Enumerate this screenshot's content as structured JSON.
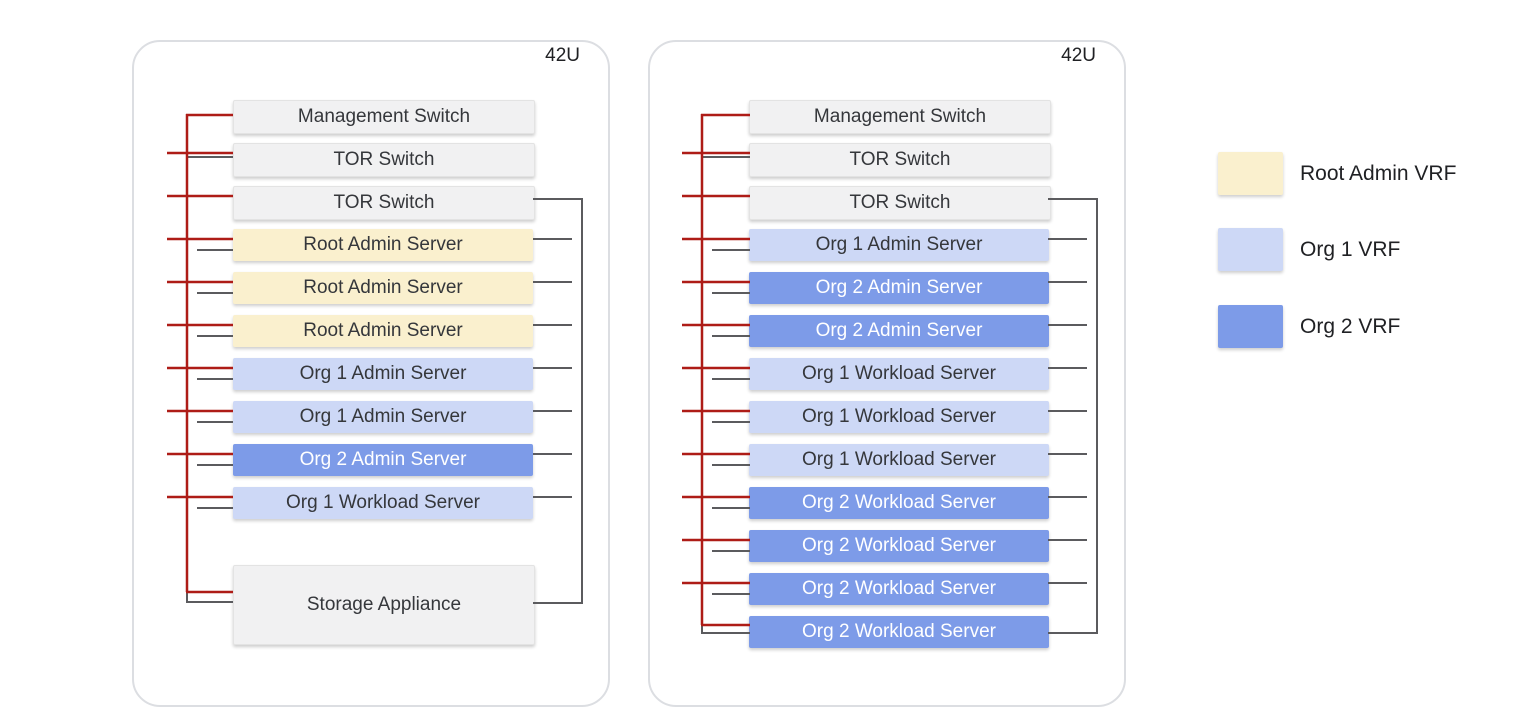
{
  "colors": {
    "root_admin_vrf": "#faf0ce",
    "org1_vrf": "#cdd8f6",
    "org2_vrf": "#7d9be8",
    "equipment": "#f1f1f2",
    "mgmt_red": "#ae1c17",
    "data_gray": "#5b5b5e",
    "rack_border": "#dcdee2",
    "text": "#35373b"
  },
  "racks": [
    {
      "capacity": "42U",
      "units": [
        {
          "label": "Management Switch",
          "vrf": "none"
        },
        {
          "label": "TOR Switch",
          "vrf": "none"
        },
        {
          "label": "TOR Switch",
          "vrf": "none"
        },
        {
          "label": "Root Admin Server",
          "vrf": "root_admin"
        },
        {
          "label": "Root Admin Server",
          "vrf": "root_admin"
        },
        {
          "label": "Root Admin Server",
          "vrf": "root_admin"
        },
        {
          "label": "Org 1 Admin Server",
          "vrf": "org1"
        },
        {
          "label": "Org 1 Admin Server",
          "vrf": "org1"
        },
        {
          "label": "Org 2 Admin Server",
          "vrf": "org2"
        },
        {
          "label": "Org 1 Workload Server",
          "vrf": "org1"
        },
        {
          "label": "Storage Appliance",
          "vrf": "none"
        }
      ]
    },
    {
      "capacity": "42U",
      "units": [
        {
          "label": "Management Switch",
          "vrf": "none"
        },
        {
          "label": "TOR Switch",
          "vrf": "none"
        },
        {
          "label": "TOR Switch",
          "vrf": "none"
        },
        {
          "label": "Org 1 Admin Server",
          "vrf": "org1"
        },
        {
          "label": "Org 2 Admin Server",
          "vrf": "org2"
        },
        {
          "label": "Org 2 Admin Server",
          "vrf": "org2"
        },
        {
          "label": "Org 1 Workload Server",
          "vrf": "org1"
        },
        {
          "label": "Org 1 Workload Server",
          "vrf": "org1"
        },
        {
          "label": "Org 1 Workload Server",
          "vrf": "org1"
        },
        {
          "label": "Org 2 Workload Server",
          "vrf": "org2"
        },
        {
          "label": "Org 2 Workload Server",
          "vrf": "org2"
        },
        {
          "label": "Org 2 Workload Server",
          "vrf": "org2"
        },
        {
          "label": "Org 2 Workload Server",
          "vrf": "org2"
        }
      ]
    }
  ],
  "legend": [
    {
      "label": "Root Admin VRF",
      "color_key": "root_admin_vrf"
    },
    {
      "label": "Org 1 VRF",
      "color_key": "org1_vrf"
    },
    {
      "label": "Org 2 VRF",
      "color_key": "org2_vrf"
    }
  ],
  "networks": {
    "management": {
      "color_key": "mgmt_red",
      "description": "red management network bus on left of each rack"
    },
    "data": {
      "color_key": "data_gray",
      "description": "gray data network links: left NIC stubs and right bus between TOR switch and bottom unit"
    }
  }
}
